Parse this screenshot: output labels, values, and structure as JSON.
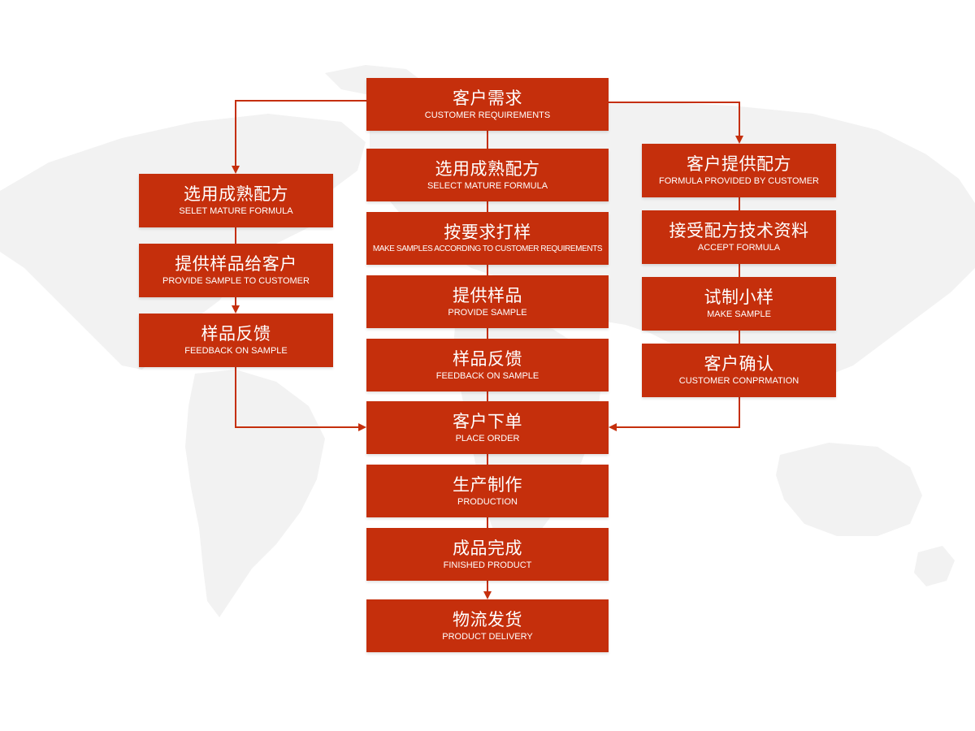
{
  "colors": {
    "box": "#c52f0c",
    "line": "#c52f0c",
    "text": "#ffffff",
    "map": "#f1f1f1"
  },
  "center": {
    "customer_requirements": {
      "cn": "客户需求",
      "en": "CUSTOMER REQUIREMENTS"
    },
    "select_mature_formula": {
      "cn": "选用成熟配方",
      "en": "SELECT MATURE FORMULA"
    },
    "make_samples": {
      "cn": "按要求打样",
      "en": "MAKE SAMPLES ACCORDING TO CUSTOMER REQUIREMENTS"
    },
    "provide_sample": {
      "cn": "提供样品",
      "en": "PROVIDE SAMPLE"
    },
    "feedback_on_sample": {
      "cn": "样品反馈",
      "en": "FEEDBACK ON SAMPLE"
    },
    "place_order": {
      "cn": "客户下单",
      "en": "PLACE ORDER"
    },
    "production": {
      "cn": "生产制作",
      "en": "PRODUCTION"
    },
    "finished_product": {
      "cn": "成品完成",
      "en": "FINISHED PRODUCT"
    },
    "product_delivery": {
      "cn": "物流发货",
      "en": "PRODUCT DELIVERY"
    }
  },
  "left": {
    "selet_mature_formula": {
      "cn": "选用成熟配方",
      "en": "SELET MATURE FORMULA"
    },
    "provide_sample_to_customer": {
      "cn": "提供样品给客户",
      "en": "PROVIDE SAMPLE TO CUSTOMER"
    },
    "feedback_on_sample": {
      "cn": "样品反馈",
      "en": "FEEDBACK ON SAMPLE"
    }
  },
  "right": {
    "formula_provided": {
      "cn": "客户提供配方",
      "en": "FORMULA PROVIDED BY CUSTOMER"
    },
    "accept_formula": {
      "cn": "接受配方技术资料",
      "en": "ACCEPT FORMULA"
    },
    "make_sample": {
      "cn": "试制小样",
      "en": "MAKE SAMPLE"
    },
    "customer_confirmation": {
      "cn": "客户确认",
      "en": "CUSTOMER CONPRMATION"
    }
  }
}
